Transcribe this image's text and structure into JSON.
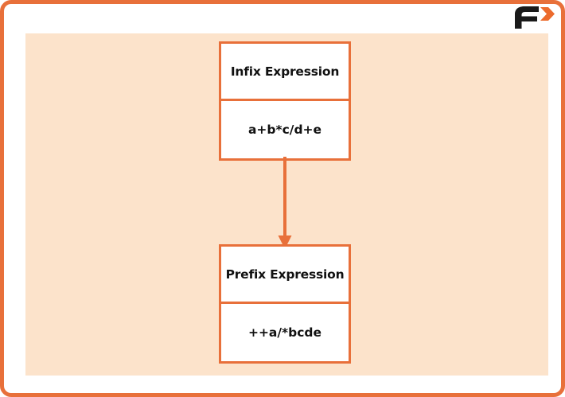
{
  "theme": {
    "frame_border_color": "#e8703a",
    "panel_background": "#fce3cb",
    "node_border_color": "#e8703a",
    "node_background": "#ffffff",
    "text_color": "#111111",
    "logo_mark_color": "#1a1a1a",
    "logo_accent_color": "#ec6b2d"
  },
  "logo": {
    "letter": "F",
    "icon_name": "f-chevron-logo"
  },
  "diagram": {
    "type": "flow",
    "nodes": [
      {
        "id": "infix",
        "title": "Infix Expression",
        "value": "a+b*c/d+e"
      },
      {
        "id": "prefix",
        "title": "Prefix Expression",
        "value": "++a/*bcde"
      }
    ],
    "connector": {
      "from": "infix",
      "to": "prefix",
      "direction": "down",
      "arrow_icon": "down-arrow-icon"
    }
  }
}
